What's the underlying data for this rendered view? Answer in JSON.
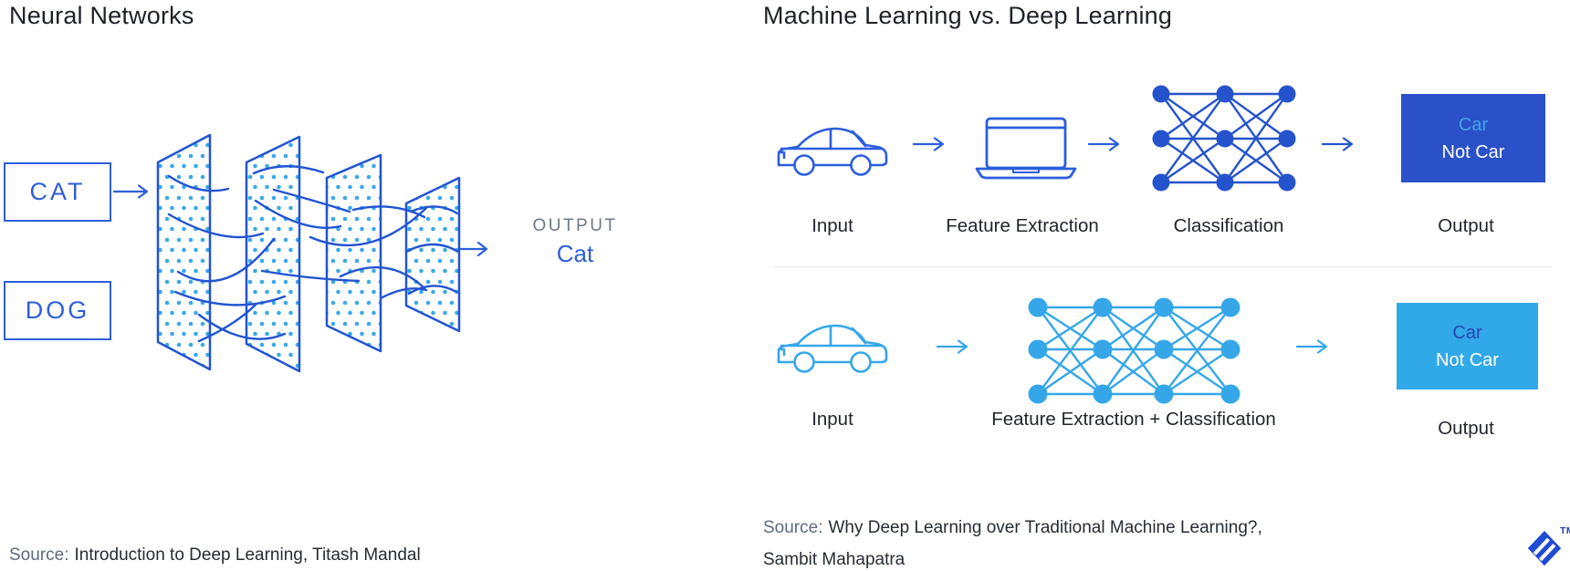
{
  "left_panel": {
    "title": "Neural Networks",
    "input_box_1": "CAT",
    "input_box_2": "DOG",
    "output_label": "OUTPUT",
    "output_value": "Cat",
    "source_prefix": "Source:",
    "source_text": "Introduction to Deep Learning, Titash Mandal"
  },
  "right_panel": {
    "title": "Machine Learning vs. Deep Learning",
    "ml_row": {
      "input_label": "Input",
      "feature_label": "Feature Extraction",
      "classification_label": "Classification",
      "output_label": "Output",
      "box_line1": "Car",
      "box_line2": "Not Car"
    },
    "dl_row": {
      "input_label": "Input",
      "combined_label": "Feature Extraction + Classification",
      "output_label": "Output",
      "box_line1": "Car",
      "box_line2": "Not Car"
    },
    "source_prefix": "Source:",
    "source_line1": "Why Deep Learning over Traditional Machine Learning?,",
    "source_line2": "Sambit Mahapatra",
    "trademark": "TM"
  },
  "colors": {
    "ml_blue": "#2553cc",
    "ml_box_background": "#2b51c8",
    "dl_light_blue": "#35a7e8",
    "dl_box_background": "#31a8e8",
    "left_diagram_blue": "#2e5ed8",
    "dot_light_blue": "#3aa9e9",
    "output_label_grey": "#6d7884",
    "title_text": "#1d2127",
    "source_grey": "#5c6b7c",
    "logo_blue": "#1f4ad2"
  },
  "icons": [
    "car-icon",
    "laptop-icon",
    "layered-network-icon",
    "graph-network-icon",
    "arrow-icon",
    "toptal-logo-icon"
  ]
}
